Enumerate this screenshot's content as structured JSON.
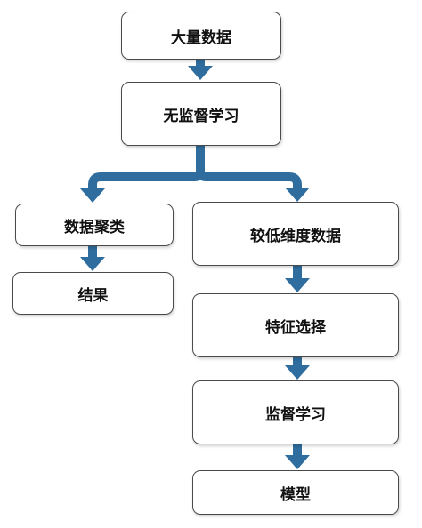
{
  "nodes": {
    "big_data": "大量数据",
    "unsupervised_learning": "无监督学习",
    "data_clustering": "数据聚类",
    "result": "结果",
    "lower_dim_data": "较低维度数据",
    "feature_selection": "特征选择",
    "supervised_learning": "监督学习",
    "model": "模型"
  },
  "edges": [
    {
      "from": "big_data",
      "to": "unsupervised_learning"
    },
    {
      "from": "unsupervised_learning",
      "to": "data_clustering"
    },
    {
      "from": "unsupervised_learning",
      "to": "lower_dim_data"
    },
    {
      "from": "data_clustering",
      "to": "result"
    },
    {
      "from": "lower_dim_data",
      "to": "feature_selection"
    },
    {
      "from": "feature_selection",
      "to": "supervised_learning"
    },
    {
      "from": "supervised_learning",
      "to": "model"
    }
  ],
  "colors": {
    "arrow": "#2f6d9e",
    "node_border": "#4a4a4a",
    "node_fill": "#ffffff",
    "text": "#111111"
  }
}
